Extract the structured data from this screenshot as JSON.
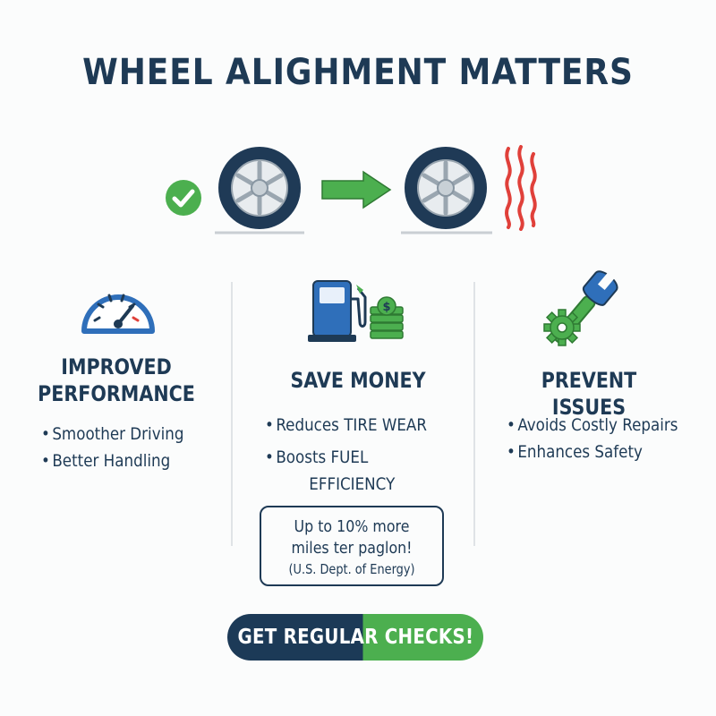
{
  "title": "WHEEL ALIGHMENT MATTERS",
  "hero": {
    "icons": [
      "checkmark-icon",
      "tire-icon",
      "arrow-right-icon",
      "tire-icon",
      "heat-waves-icon"
    ]
  },
  "columns": [
    {
      "icon": "speedometer-icon",
      "heading_line1": "IMPROVED",
      "heading_line2": "PERFORMANCE",
      "bullets": [
        "Smoother Driving",
        "Better Handling"
      ]
    },
    {
      "icon": "fuel-pump-icon",
      "heading_line1": "SAVE MONEY",
      "bullets": [
        "Reduces TIRE WEAR",
        "Boosts FUEL"
      ],
      "bullet_continuation": "EFFICIENCY",
      "callout": {
        "line1": "Up to 10% more",
        "line2": "miles ter paglon!",
        "line3": "(U.S. Dept. of Energy)"
      }
    },
    {
      "icon": "wrench-gear-icon",
      "heading_line1": "PREVENT ISSUES",
      "bullets": [
        "Avoids Costly Repairs",
        "Enhances Safety"
      ]
    }
  ],
  "cta": {
    "label": "GET REGULAR CHECKS!"
  },
  "colors": {
    "navy": "#1e3a55",
    "green": "#4caf4f",
    "blue": "#2f6fba",
    "red": "#e0403a"
  }
}
